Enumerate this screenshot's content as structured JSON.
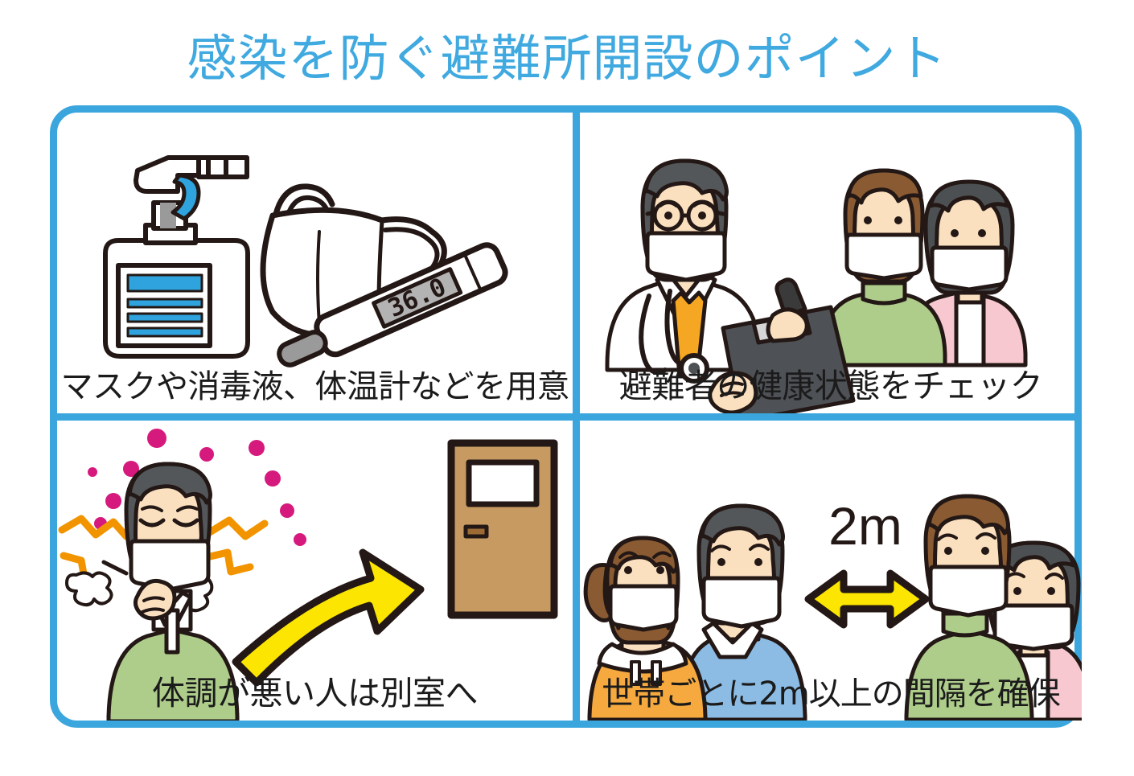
{
  "title": "感染を防ぐ避難所開設のポイント",
  "theme": {
    "border_blue": "#3BA6DE",
    "title_blue": "#3FA9E0",
    "outline": "#231815",
    "skin": "#FBE0C0",
    "hair_dark": "#53575A",
    "hair_brown": "#8A5B32",
    "hair_black": "#4D5052",
    "mask_white": "#FFFFFF",
    "green_shirt": "#AECD8B",
    "pink_cardigan": "#F7C8D0",
    "orange_hoodie": "#F5A93F",
    "blue_shirt": "#8CBCE4",
    "tie_orange": "#F5A623",
    "clipboard_gray": "#4E5155",
    "label_blue": "#2EA3DE",
    "germ_magenta": "#D6197D",
    "fever_orange": "#F29400",
    "arrow_yellow": "#FCE500",
    "door_tan": "#C79A62",
    "door_handle": "#9C6B35",
    "lcd_gray": "#B3B3B3"
  },
  "panels": [
    {
      "id": "panel-supplies",
      "caption": "マスクや消毒液、体温計などを用意",
      "icons": [
        "spray-bottle-icon",
        "face-mask-icon",
        "thermometer-icon"
      ],
      "thermometer_reading": "36.0"
    },
    {
      "id": "panel-health-check",
      "caption": "避難者の健康状態をチェック",
      "icons": [
        "doctor-figure-icon",
        "evacuee-man-icon",
        "evacuee-woman-icon",
        "clipboard-icon",
        "stethoscope-icon"
      ]
    },
    {
      "id": "panel-separate-room",
      "caption": "体調が悪い人は別室へ",
      "icons": [
        "sick-person-icon",
        "germ-dots-icon",
        "fever-zigzag-icon",
        "cough-puff-icon",
        "yellow-curved-arrow-icon",
        "door-icon"
      ]
    },
    {
      "id": "panel-distance",
      "caption": "世帯ごとに2m以上の間隔を確保",
      "distance_label": "2m",
      "icons": [
        "family-left-icon",
        "double-arrow-icon",
        "family-right-icon"
      ]
    }
  ]
}
